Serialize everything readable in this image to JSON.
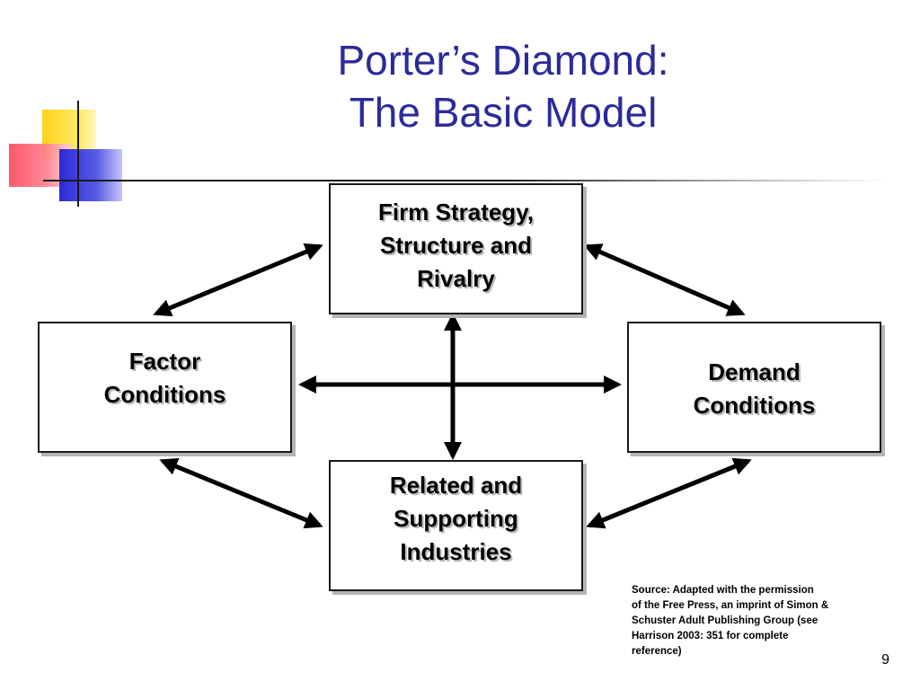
{
  "title": {
    "line1": "Porter’s Diamond:",
    "line2": "The Basic Model"
  },
  "nodes": {
    "top": "Firm Strategy,\nStructure and\nRivalry",
    "left": "Factor\nConditions",
    "right": "Demand\nConditions",
    "bottom": "Related and\nSupporting\nIndustries"
  },
  "source_note": "Source:  Adapted with the permission\nof the Free Press, an imprint of Simon &\nSchuster Adult Publishing Group (see\nHarrison 2003: 351  for complete\nreference)",
  "page_number": "9",
  "colors": {
    "title": "#2b2b9a",
    "border": "#1a1a1a",
    "shadow": "#b4b4b4"
  }
}
